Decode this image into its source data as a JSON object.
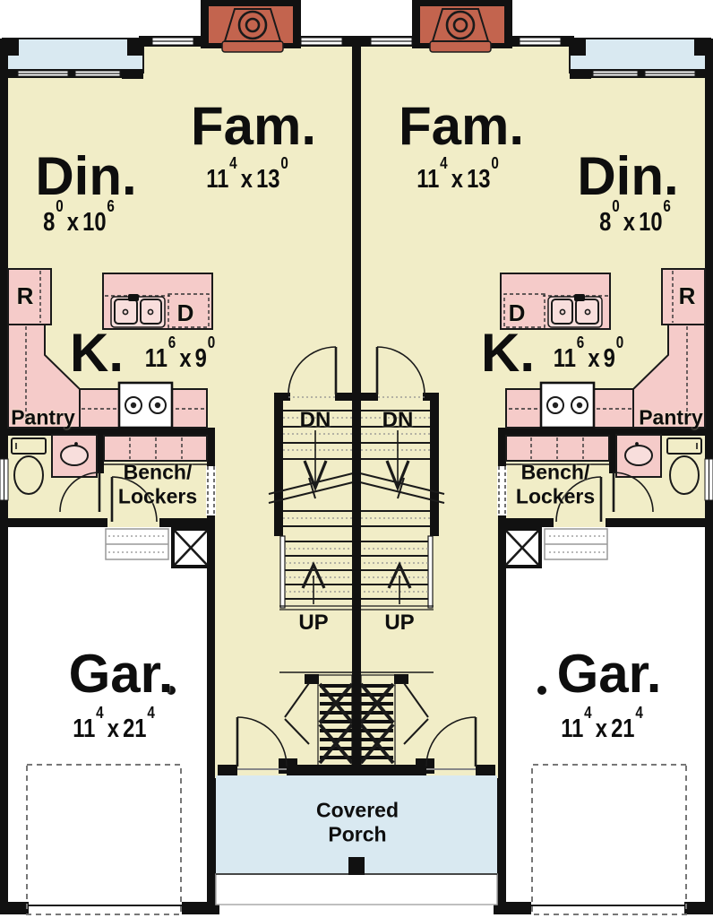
{
  "colors": {
    "floor": "#f1edc7",
    "pink": "#f5cbc9",
    "pink_light": "#f8dedc",
    "blue": "#d9e9f1",
    "red": "#c3644e"
  },
  "rooms": {
    "fam": {
      "label": "Fam.",
      "dim": {
        "a": "11",
        "as": "4",
        "sep": "x",
        "b": "13",
        "bs": "0"
      }
    },
    "din": {
      "label": "Din.",
      "dim": {
        "a": "8",
        "as": "0",
        "sep": "x",
        "b": "10",
        "bs": "6"
      }
    },
    "kitchen": {
      "label": "K.",
      "dim": {
        "a": "11",
        "as": "6",
        "sep": "x",
        "b": "9",
        "bs": "0"
      }
    },
    "garage": {
      "label": "Gar.",
      "dim": {
        "a": "11",
        "as": "4",
        "sep": "x",
        "b": "21",
        "bs": "4"
      }
    },
    "pantry": {
      "label": "Pantry"
    },
    "mudroom": {
      "line1": "Bench/",
      "line2": "Lockers"
    },
    "porch": {
      "line1": "Covered",
      "line2": "Porch"
    }
  },
  "stairs": {
    "down": "DN",
    "up": "UP"
  },
  "fixtures": {
    "refrigerator": "R",
    "dishwasher": "D"
  }
}
